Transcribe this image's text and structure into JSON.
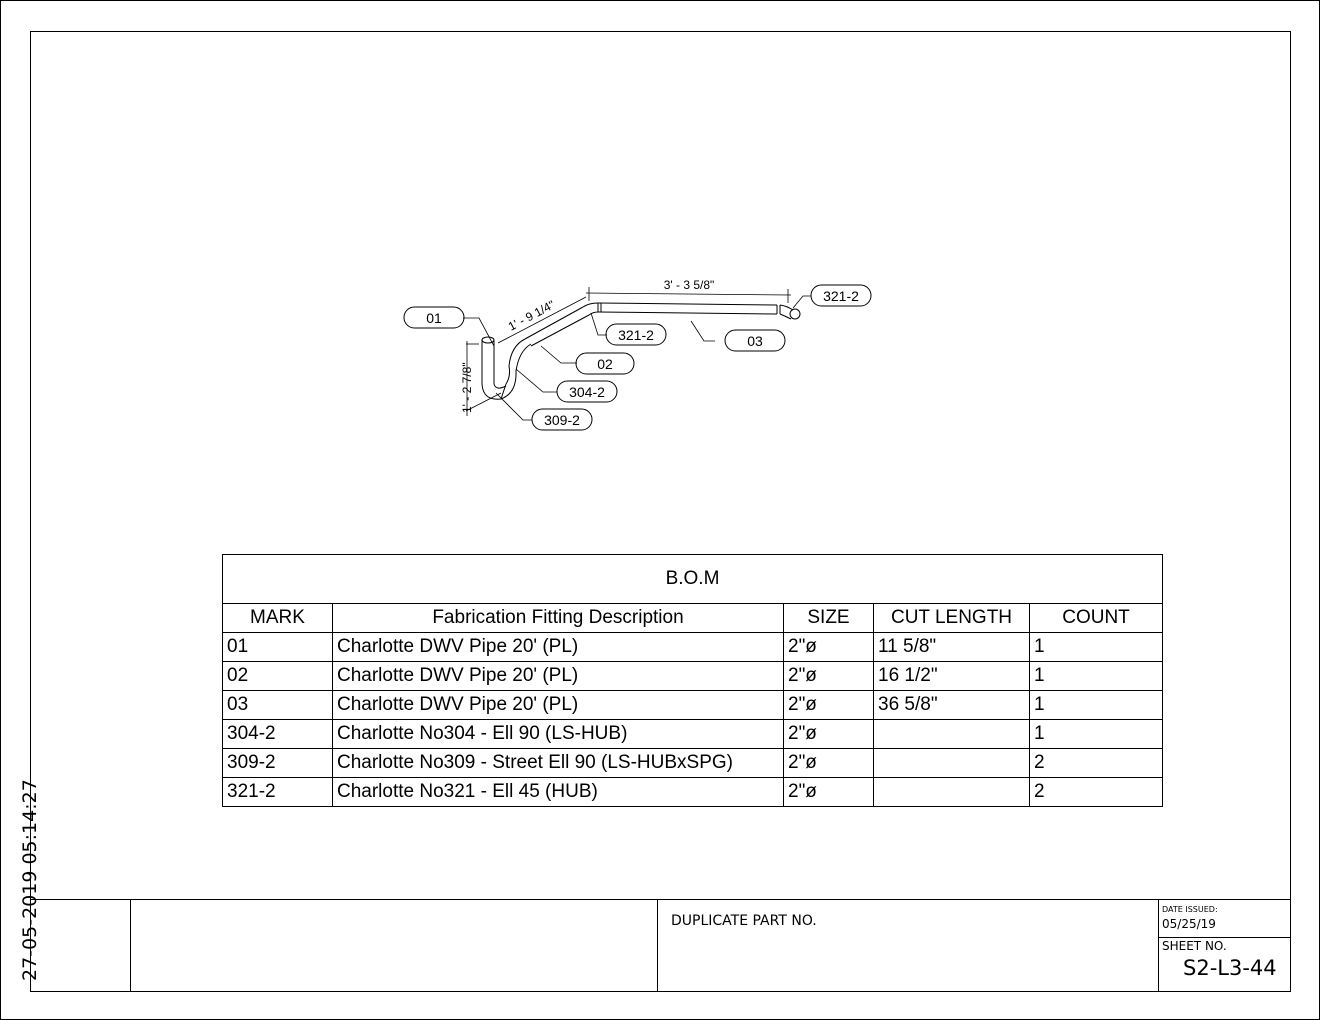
{
  "timestamp": "27-05-2019 05:14:27",
  "drawing": {
    "dimensions": {
      "horizontal": "3' - 3 5/8\"",
      "diagonal": "1' - 9 1/4\"",
      "vertical": "1' - 2 7/8\""
    },
    "callouts": [
      "01",
      "02",
      "03",
      "304-2",
      "309-2",
      "321-2",
      "321-2"
    ]
  },
  "bom": {
    "title": "B.O.M",
    "headers": [
      "MARK",
      "Fabrication Fitting Description",
      "SIZE",
      "CUT LENGTH",
      "COUNT"
    ],
    "rows": [
      [
        "01",
        "Charlotte DWV Pipe 20' (PL)",
        "2\"ø",
        "11 5/8\"",
        "1"
      ],
      [
        "02",
        "Charlotte DWV Pipe 20' (PL)",
        "2\"ø",
        "16 1/2\"",
        "1"
      ],
      [
        "03",
        "Charlotte DWV Pipe 20' (PL)",
        "2\"ø",
        "36 5/8\"",
        "1"
      ],
      [
        "304-2",
        "Charlotte No304 - Ell 90 (LS-HUB)",
        "2\"ø",
        "",
        "1"
      ],
      [
        "309-2",
        "Charlotte No309 - Street Ell 90 (LS-HUBxSPG)",
        "2\"ø",
        "",
        "2"
      ],
      [
        "321-2",
        "Charlotte No321 - Ell 45 (HUB)",
        "2\"ø",
        "",
        "2"
      ]
    ]
  },
  "title_block": {
    "duplicate_label": "DUPLICATE PART NO.",
    "date_label": "DATE ISSUED:",
    "date": "05/25/19",
    "sheet_label": "SHEET NO.",
    "sheet": "S2-L3-44"
  }
}
